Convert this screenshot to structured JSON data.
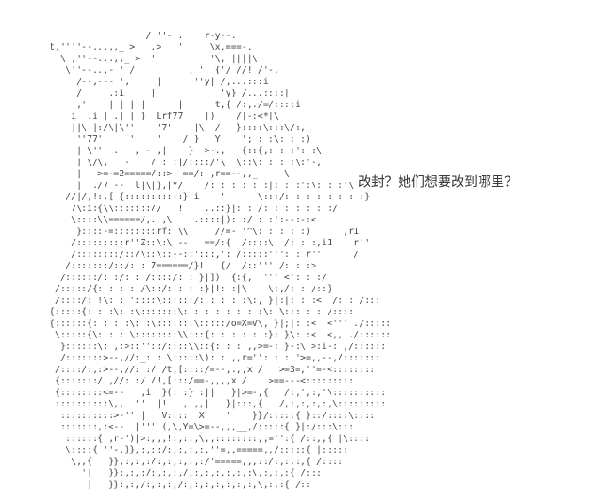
{
  "colors": {
    "background": "#ffffff",
    "art_text": "#4a4a4a",
    "dialogue_text": "#3a3a3a"
  },
  "dialogue": {
    "text": "改封？她们想要改到哪里？"
  },
  "ascii_art": {
    "lines": [
      "                  / ''- .    r-y--.",
      "t,''''--...,,_ >   .>   '     \\x,===-.",
      "  \\ ,''--...,,_ >  '          '\\, ||||\\",
      "   \\''--..,- ' /          , '  {'/ //! /'-.",
      "     /--,--- ',     |      ''y| /,...:::i",
      "     /     .:i     |      |     'y} /...::::|",
      "     ,'    | | | |      |      t,{ /:,./=/:::;i",
      "    i  .i | .| | }  Lrf77    |)    /|-:<*|\\",
      "    ||\\ |:/\\|\\''    '7'    |\\  /   }::::\\:::\\/:,",
      "     ''77'     '    '    / }   Y    '; : :\\: : :)",
      "     | \\''  .   , - ,|    }  >-.,   {::{,: : :': :\\",
      "     | \\/\\,   -    / : :|/::::/'\\  \\::\\: : : :\\:'-,",
      "     |   >=-=2=====/::>  ==/: ,r==--,,_     \\",
      "     |  ./7 --  l|\\|},|Y/    /: : : : : :|: : :':\\: : :'\\",
      "   //|/,!:.[ {:::::::::::} i    '      \\:::/: : : : : : : :}",
      "    7\\:i:{\\\\::::::://   !    ..::}|: : /: : : : : : :/",
      "    \\::::\\\\======/,. ,\\    .::::|): :/ : :':--:-:<",
      "     }::::-=::::::::rf: \\\\     //=- '^\\: : : : :)      ,r1",
      "    /:::::::::r''Z::\\:\\'--   ==/:{  /::::\\  /: : :,i1    r''",
      "    /::::::::/::/\\::\\::--::':::,': /:::::''': : r''      /",
      "   /:::::::/::/: : 7======/}!   {/  /::''' /: : :>",
      "  /::::::/: :/: : /::::/: : }|])  {:{,  ''' <': : :/",
      " /:::::/{: : : : /\\::/: : : :}|!: :|\\    \\:,/: : /::}",
      " /::::/: !\\: : '::::\\::::::/: : : : :\\:, }|:|: : :<  /: : /:::",
      "{:::::{: : :\\: :\\:::::::\\: : : : : : : :\\: \\::: : : /::::",
      "{::::::{: : : :\\: :\\:::::::\\:::::/o=X=V\\, }|;|: :<  <''' ./:::::",
      " \\:::::{\\: : : \\::::::::\\\\:::{: : : : : :}: }\\: :<  <,, ./::::::",
      "  }::::::\\: ,:>::''::/::::\\\\::{: : : ,,>=-: }-:\\ >:i-: ,/::::::",
      "  /:::::::>--,//:_: : \\:::::\\): : ,,r='': : : '>=,,--,/:::::::",
      " /::::/:,:>--,//: :/ /t,[::::/=--,.,,x /   >=3=,''=-<::::::::",
      " {:::::::/ ,//: :/ /!,[:::/==-,,,,x /    >==---<:::::::::",
      " {::::::::<=--   ,i  }(: :} :||   }|>=-,{   /:,',:,'\\::::::::::",
      " ::::::::::\\,,  ''  |!   ,|,,|   }|:::,{   /,:,:,:,:,\\:::::::::",
      "  ::::::::::>-'' |   V::::  X    '    }}/:::::{ }::/::::\\::::",
      "  :::::::,:<--  |''' (,\\,Y=\\>=--,,,__,/:::::{ }|:/:::\\:::",
      "   ::::::{ ,r-')|>:,,,!:,::,\\,,::::::::,,='':{ /::,,{ |\\::::",
      "   \\::::{ ''-,}},:,::/:,:,:,:,''=,,=====,,/:::::{ |:::::",
      "    \\,,{   }},:,:,:/:,:,:,:,:/'=====,,,::/:,:,:,{ /::::",
      "      '|   }}:,:,:/:,:,:,/,:,:,:,:,:,:\\,:,:,:{ /:::",
      "       |   }}:,:,/:,:,:,/:,:,:,:,:,:,:,\\,:,:{ /::"
    ]
  }
}
